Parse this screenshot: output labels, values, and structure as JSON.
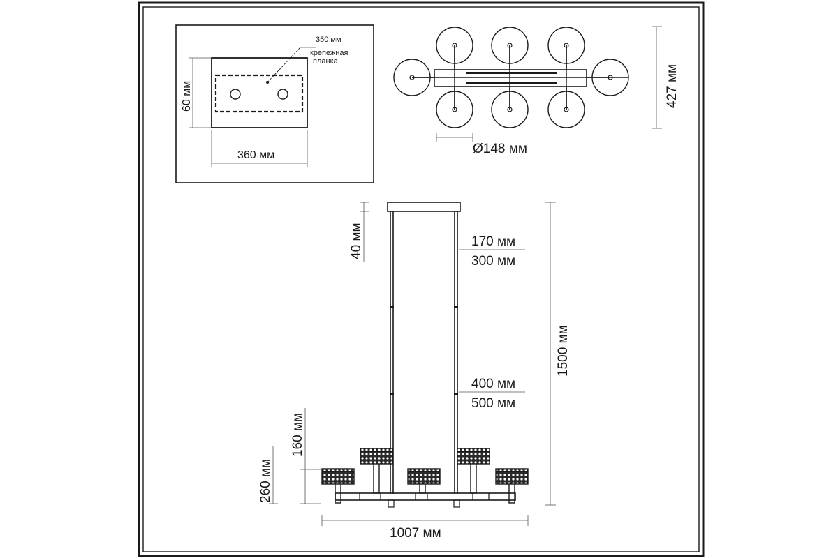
{
  "inset": {
    "label_350": "350 мм",
    "label_plate_1": "крепежная",
    "label_plate_2": "планка",
    "label_60": "60 мм",
    "label_360": "360 мм"
  },
  "top_view": {
    "label_427": "427 мм",
    "label_diameter": "Ø148 мм"
  },
  "side_view": {
    "label_40": "40 мм",
    "label_170": "170 мм",
    "label_300": "300 мм",
    "label_400": "400 мм",
    "label_500": "500 мм",
    "label_1500": "1500 мм",
    "label_160": "160 мм",
    "label_260": "260 мм",
    "label_1007": "1007 мм"
  },
  "colors": {
    "line": "#1a1a1a",
    "shade_fill": "#2a2a2a",
    "frame": "#1a1a1a"
  }
}
